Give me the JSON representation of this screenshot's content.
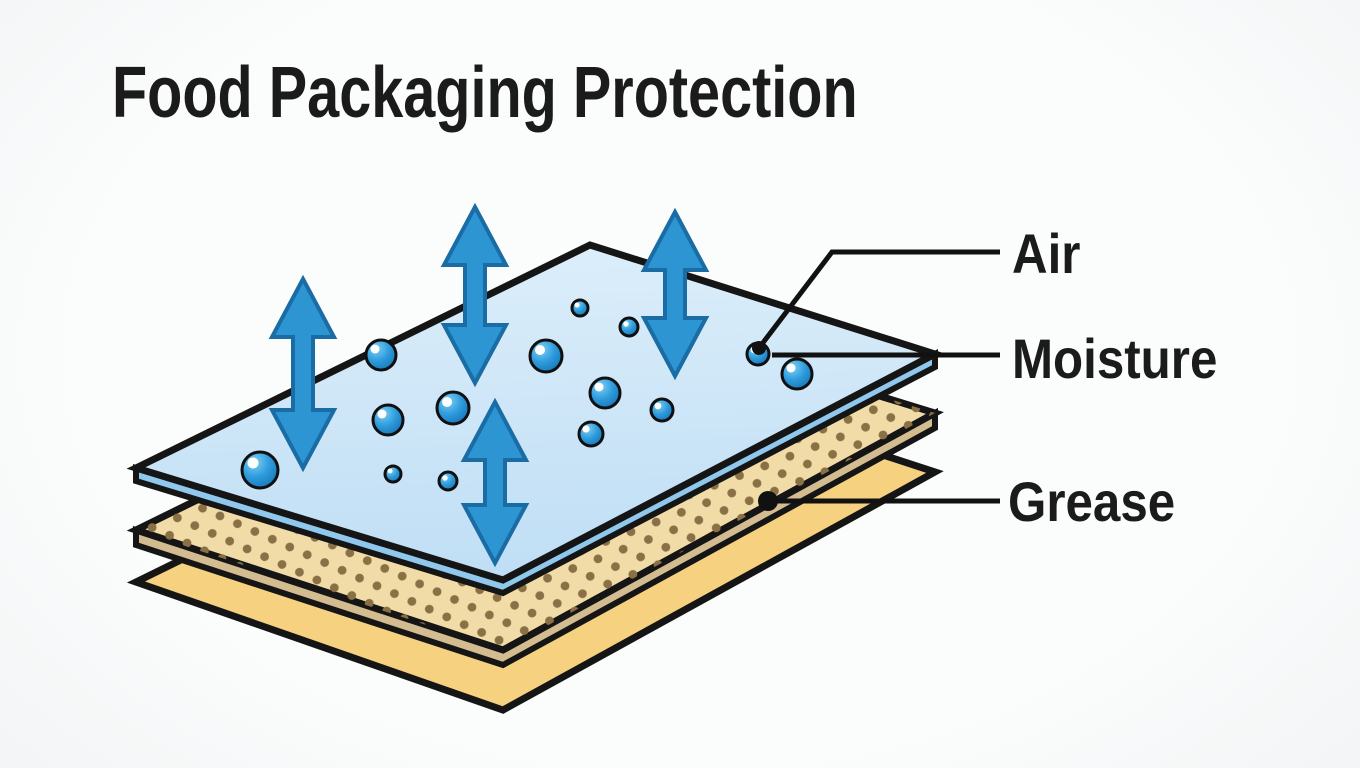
{
  "page": {
    "title": "Food Packaging Protection"
  },
  "annotations": {
    "air": {
      "label": "Air"
    },
    "moisture": {
      "label": "Moisture"
    },
    "grease": {
      "label": "Grease"
    }
  },
  "diagram": {
    "type": "layer-stack-cross-section",
    "arrow_count": 4,
    "droplet_count": 14
  },
  "colors": {
    "background": "#F7F8F9",
    "ink": "#151515",
    "text": "#1B1B1B",
    "film_top_light": "#DCEEFA",
    "film_top": "#C3E0F5",
    "film_side": "#8FC8EC",
    "barrier_top": "#F1DCA7",
    "barrier_side": "#D3BC90",
    "barrier_dots": "#8A7145",
    "base_sheet": "#F5D180",
    "arrow_fill": "#2E95D3",
    "arrow_outline": "#1A6CA4",
    "droplet_light": "#7ECFF2",
    "droplet": "#2D9BDC",
    "droplet_deep": "#1470B2",
    "leader_line": "#111111"
  }
}
